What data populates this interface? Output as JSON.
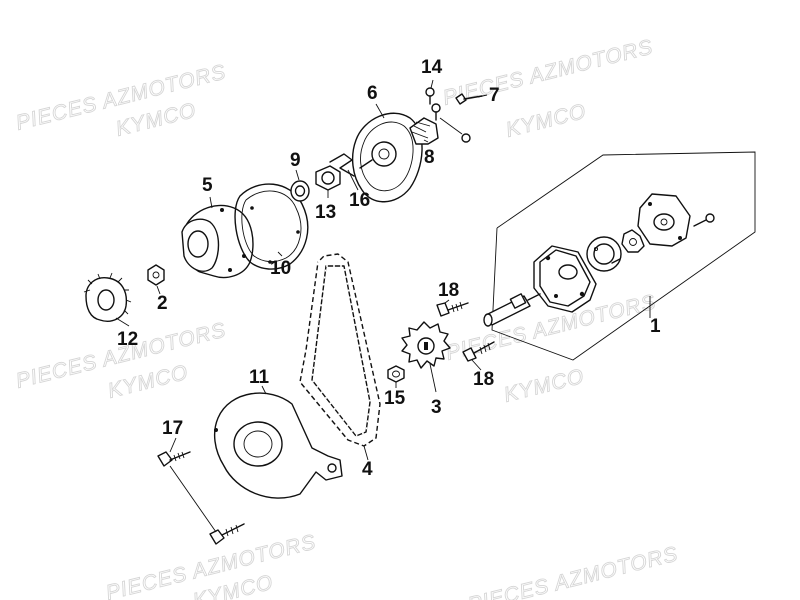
{
  "watermarks": [
    "PIECES AZMOTORS",
    "KYMCO",
    "PIECES AZMOTORS",
    "KYMCO",
    "PIECES AZMOTORS",
    "KYMCO",
    "PIECES AZMOTORS",
    "KYMCO",
    "PIECES AZMOTORS",
    "KYMCO",
    "PIECES AZMOTORS"
  ],
  "callouts": {
    "c1": "1",
    "c2": "2",
    "c3": "3",
    "c4": "4",
    "c5": "5",
    "c6": "6",
    "c7": "7",
    "c8": "8",
    "c9": "9",
    "c10": "10",
    "c11": "11",
    "c12": "12",
    "c13": "13",
    "c14": "14",
    "c15": "15",
    "c16": "16",
    "c17": "17",
    "c18a": "18",
    "c18b": "18"
  }
}
